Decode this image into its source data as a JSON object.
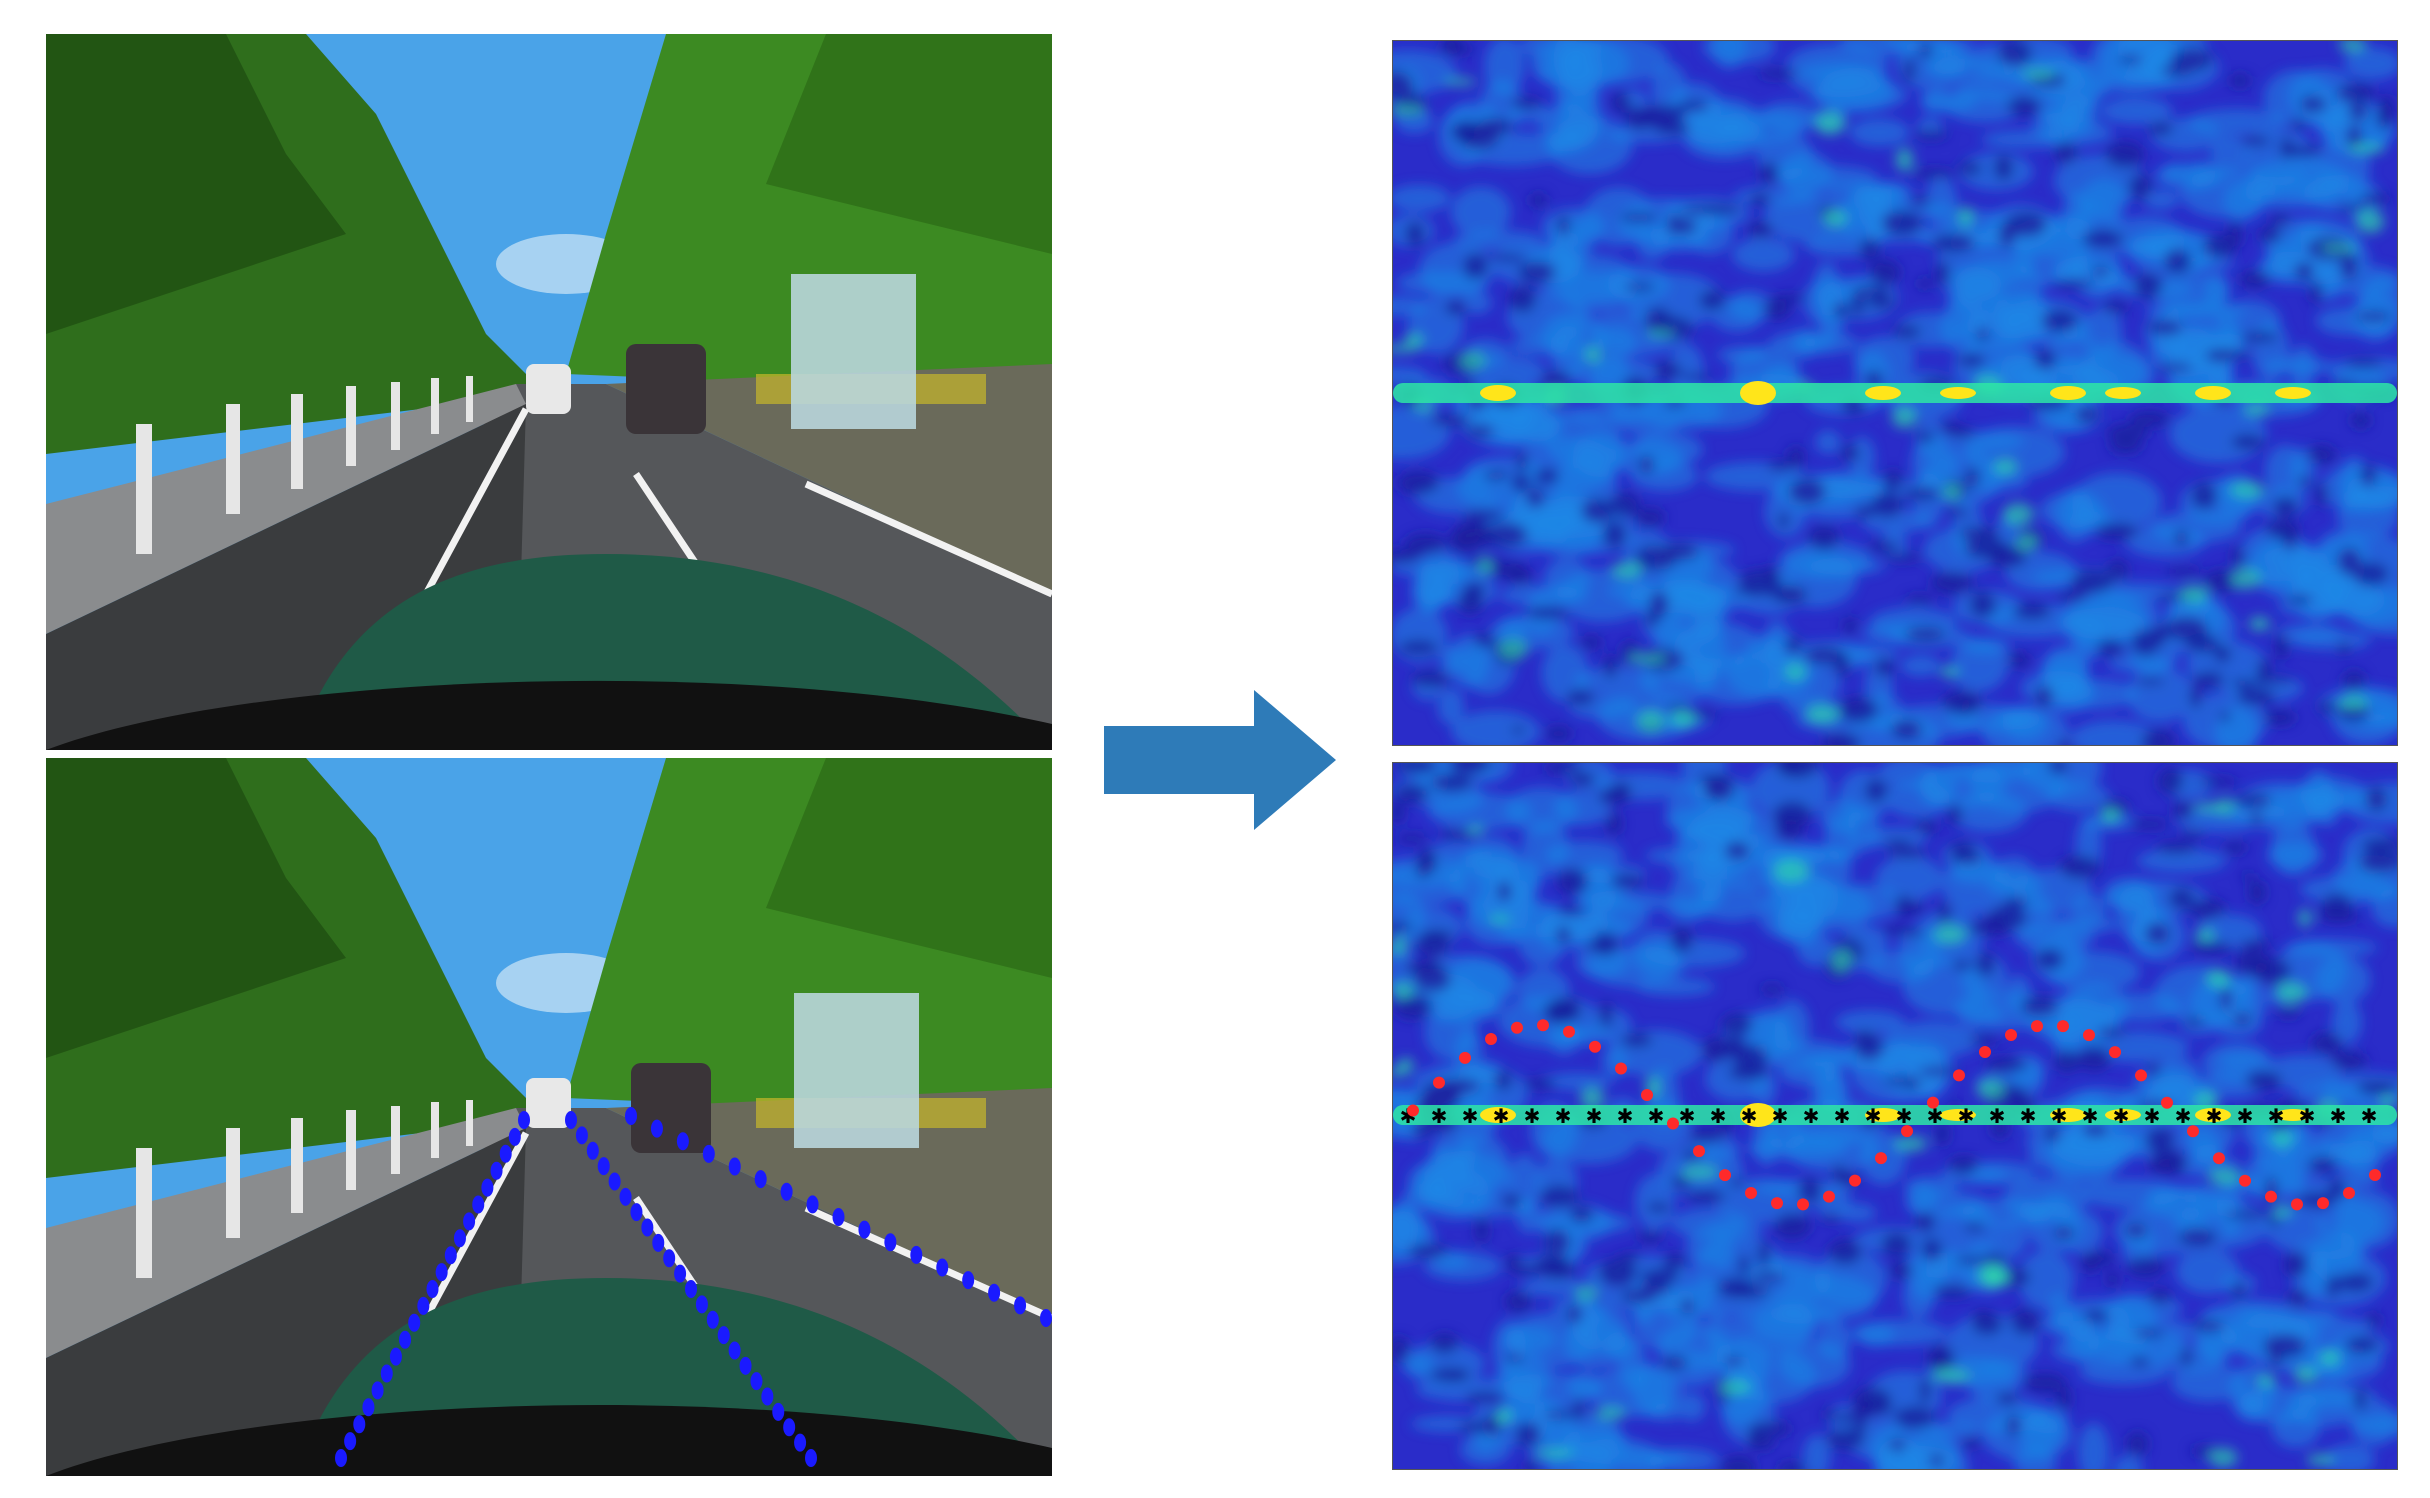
{
  "colors": {
    "sky": "#4aa3e8",
    "tree": "#2f7a1e",
    "road": "#55575a",
    "hood": "#1f5a47",
    "lane_marker": "#1a1aff",
    "arrow": "#2e7bb8",
    "heat_low": "#2a2cc9",
    "heat_mid": "#1e88e5",
    "heat_high": "#2ee6a6",
    "heat_peak": "#ffe51a",
    "curve_point": "#ff2a2a",
    "line_point": "#000000"
  },
  "panels": [
    {
      "id": "road-camera-frame",
      "lane_overlay": false
    },
    {
      "id": "road-camera-frame-with-lanes",
      "lane_overlay": true
    },
    {
      "id": "heatmap",
      "points_overlay": false
    },
    {
      "id": "heatmap-with-points",
      "points_overlay": true
    }
  ],
  "icons": {
    "arrow": "right-arrow-icon"
  }
}
